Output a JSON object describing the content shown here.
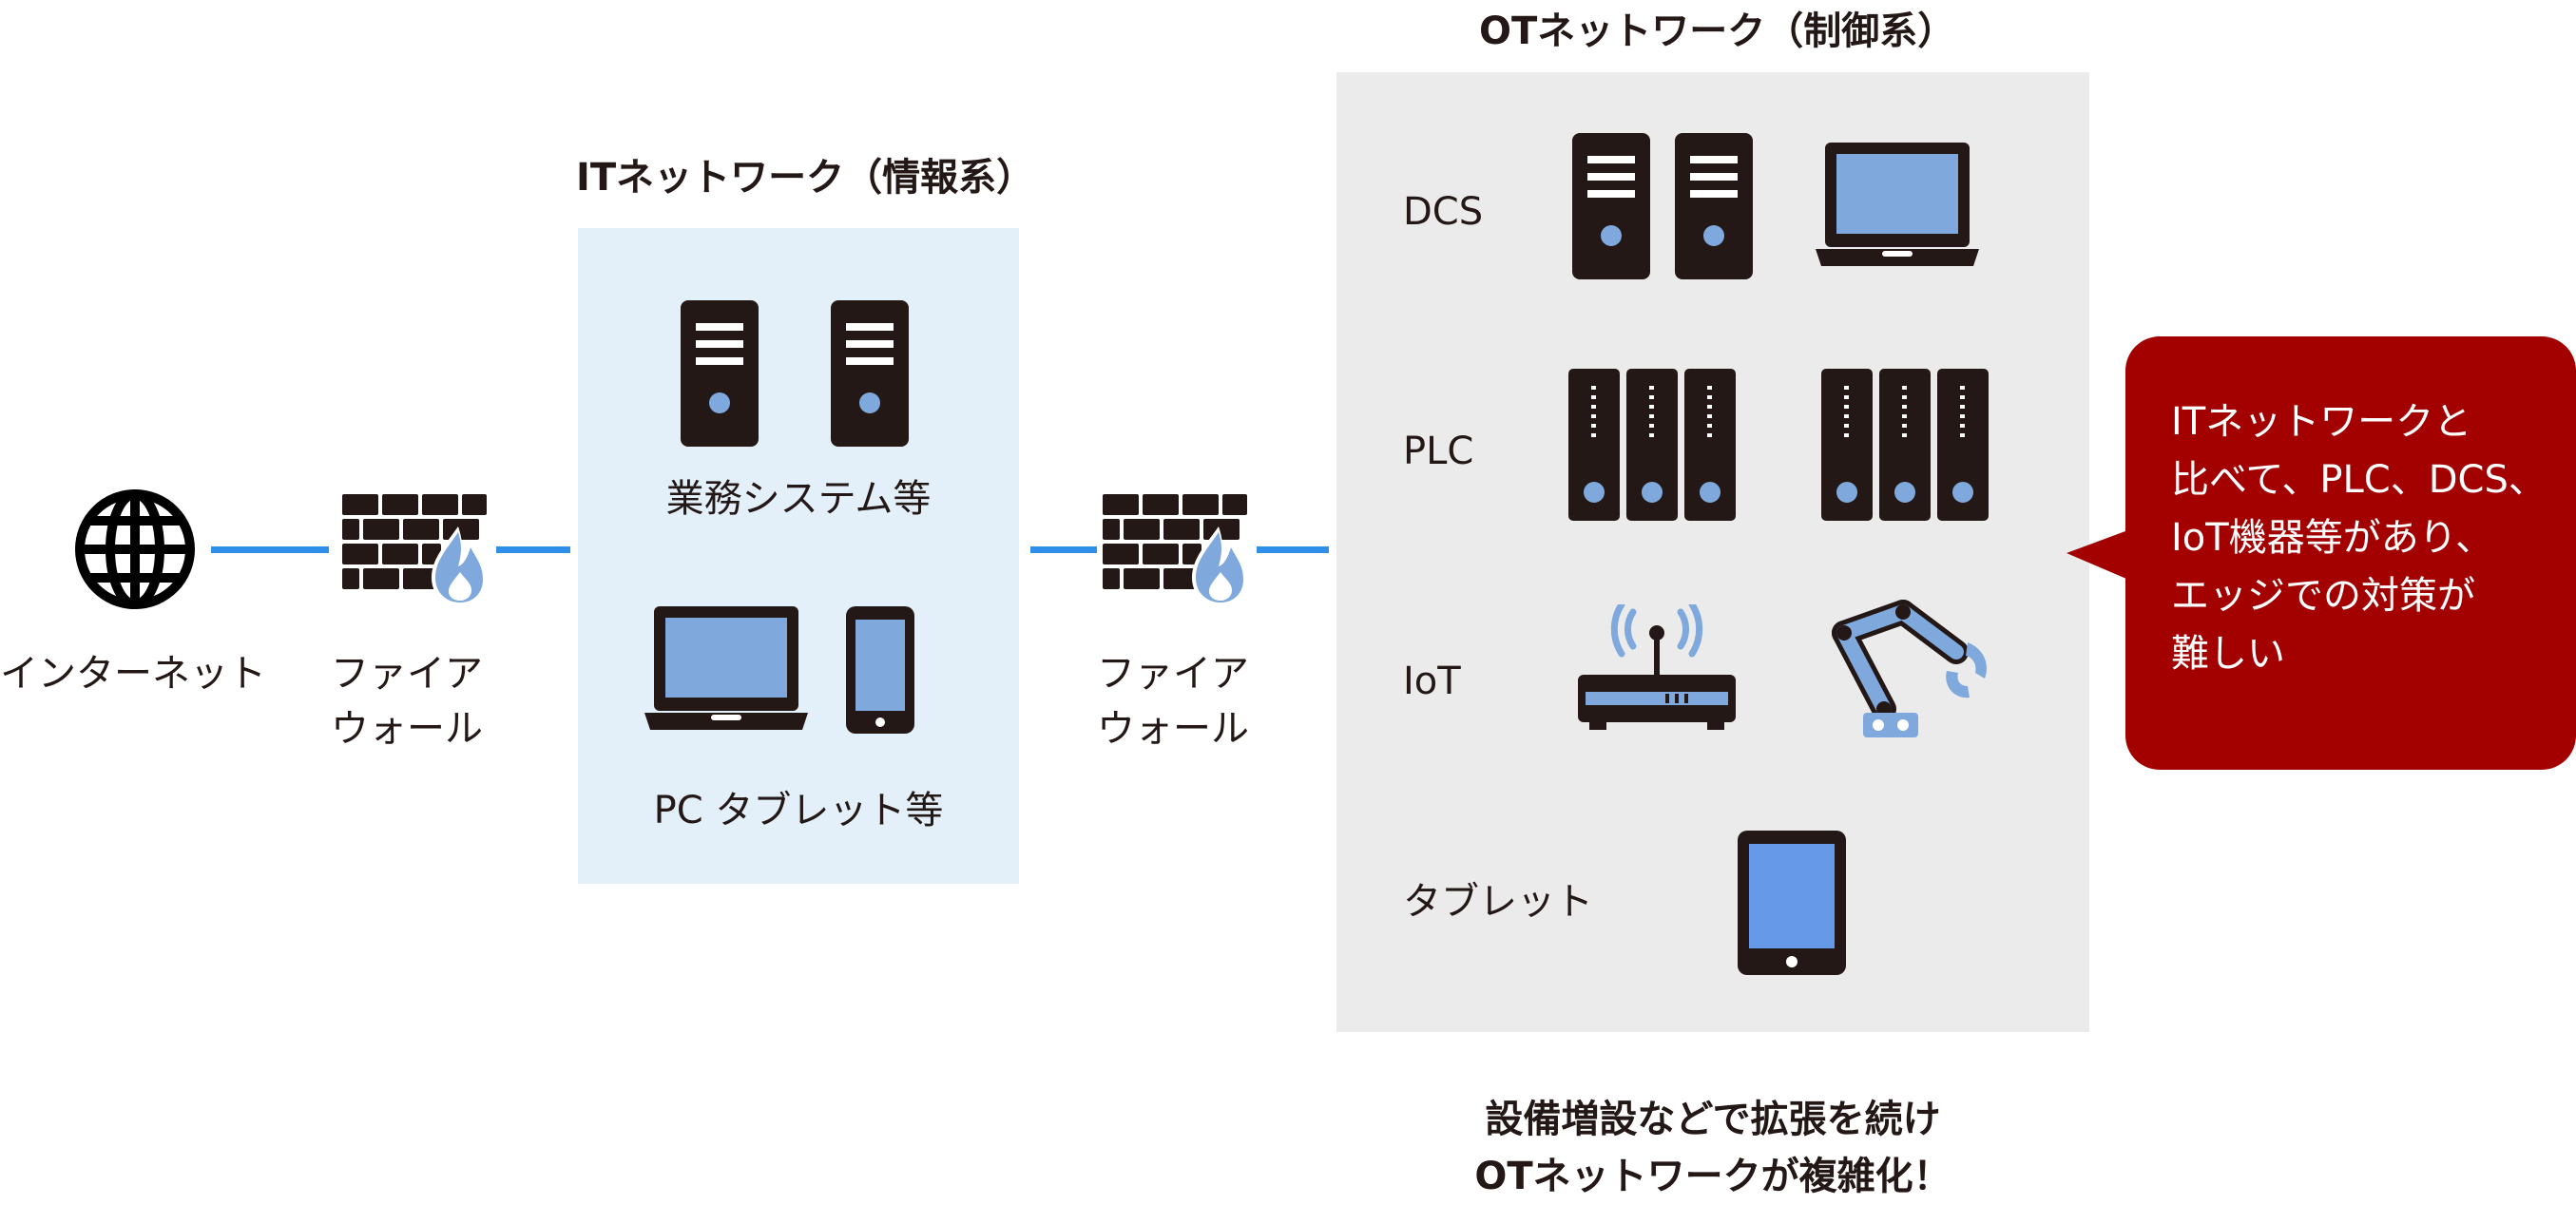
{
  "internet": {
    "label": "インターネット"
  },
  "firewall_left": {
    "label_line1": "ファイア",
    "label_line2": "ウォール"
  },
  "firewall_right": {
    "label_line1": "ファイア",
    "label_line2": "ウォール"
  },
  "it_network": {
    "title": "ITネットワーク（情報系）",
    "group_servers_label": "業務システム等",
    "group_devices_label": "PC タブレット等"
  },
  "ot_network": {
    "title": "OTネットワーク（制御系）",
    "rows": [
      {
        "label": "DCS"
      },
      {
        "label": "PLC"
      },
      {
        "label": "IoT"
      },
      {
        "label": "タブレット"
      }
    ]
  },
  "callout": {
    "lines": [
      "ITネットワークと",
      "比べて、PLC、DCS、",
      "IoT機器等があり、",
      "エッジでの対策が",
      "難しい"
    ]
  },
  "bottom_note": {
    "line1": "設備増設などで拡張を続け",
    "line2": "OTネットワークが複雑化！"
  },
  "colors": {
    "dark": "#231815",
    "accent_blue": "#2f8fe8",
    "screen_blue": "#7fa9dd",
    "it_panel": "#e3eff9",
    "ot_panel": "#ebebeb",
    "callout_red": "#a30000"
  }
}
